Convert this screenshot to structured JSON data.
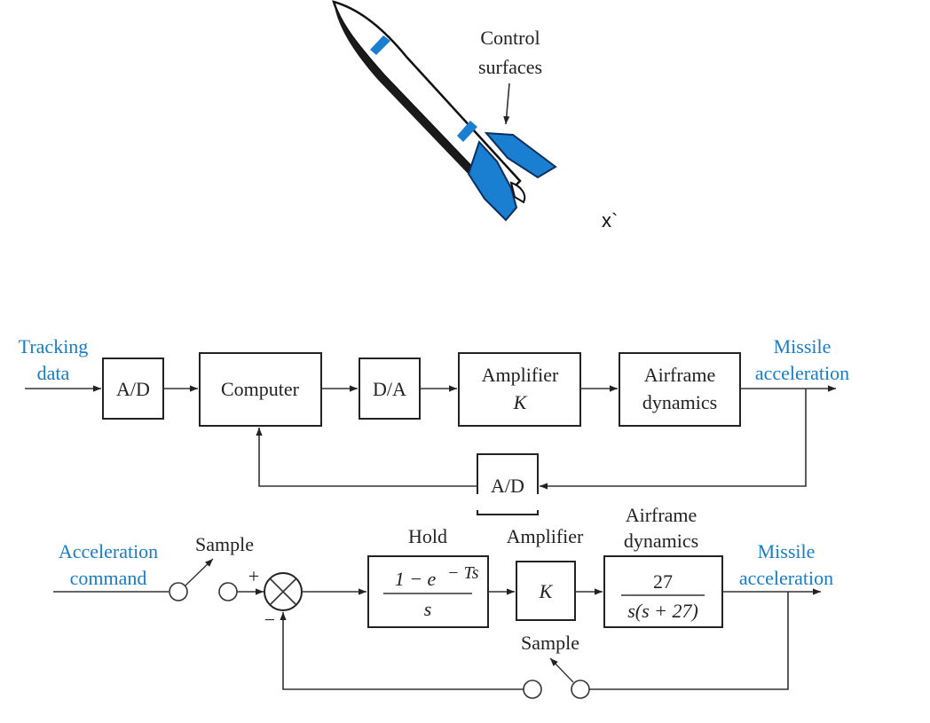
{
  "rocket": {
    "control_surfaces_line1": "Control",
    "control_surfaces_line2": "surfaces",
    "stray_mark": "x`"
  },
  "top_diagram": {
    "input_line1": "Tracking",
    "input_line2": "data",
    "ad_label": "A/D",
    "computer_label": "Computer",
    "da_label": "D/A",
    "amplifier_line1": "Amplifier",
    "amplifier_line2": "K",
    "airframe_line1": "Airframe",
    "airframe_line2": "dynamics",
    "output_line1": "Missile",
    "output_line2": "acceleration",
    "feedback_ad_label": "A/D"
  },
  "bottom_diagram": {
    "input_line1": "Acceleration",
    "input_line2": "command",
    "sample_label": "Sample",
    "plus_sign": "+",
    "minus_sign": "−",
    "hold_title": "Hold",
    "hold_num": "1 − e",
    "hold_exp": "− Ts",
    "hold_den": "s",
    "amplifier_title": "Amplifier",
    "amplifier_gain": "K",
    "airframe_title1": "Airframe",
    "airframe_title2": "dynamics",
    "airframe_num": "27",
    "airframe_den": "s(s + 27)",
    "output_line1": "Missile",
    "output_line2": "acceleration",
    "feedback_sample_label": "Sample"
  },
  "colors": {
    "accent_blue": "#1a7cc4",
    "line": "#222222"
  }
}
